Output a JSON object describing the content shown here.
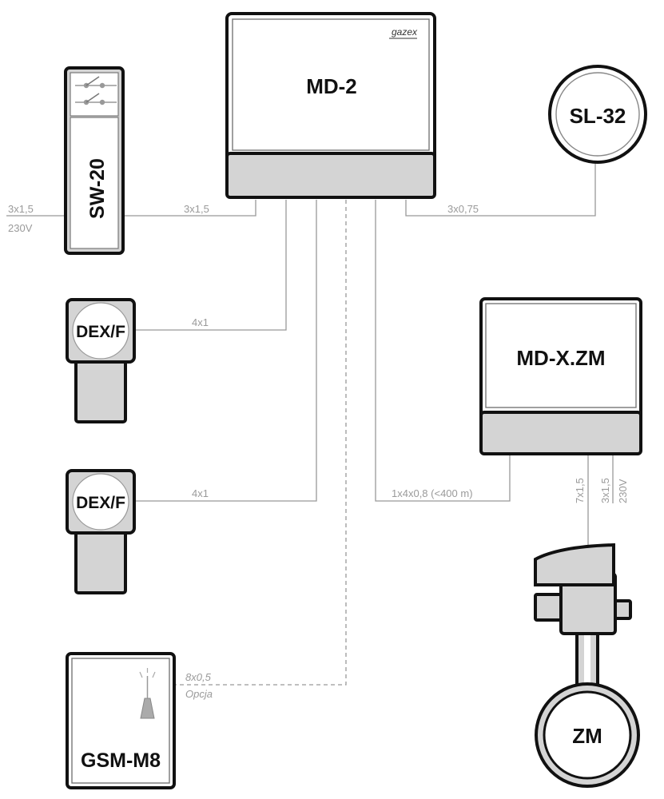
{
  "devices": {
    "md2": {
      "label": "MD-2",
      "brand": "gazex"
    },
    "sl32": {
      "label": "SL-32"
    },
    "sw20": {
      "label": "SW-20"
    },
    "dex1": {
      "label": "DEX/F"
    },
    "dex2": {
      "label": "DEX/F"
    },
    "gsm": {
      "label": "GSM-M8"
    },
    "mdxzm": {
      "label": "MD-X.ZM"
    },
    "zm": {
      "label": "ZM"
    }
  },
  "wires": {
    "power_in": {
      "cable": "3x1,5",
      "voltage": "230V"
    },
    "sw_md": {
      "cable": "3x1,5"
    },
    "md_sl": {
      "cable": "3x0,75"
    },
    "dex1": {
      "cable": "4x1"
    },
    "dex2": {
      "cable": "4x1"
    },
    "md_mdx": {
      "cable": "1x4x0,8 (<400 m)"
    },
    "gsm": {
      "cable": "8x0,5",
      "note": "Opcja"
    },
    "mdx_zm": {
      "cable": "7x1,5"
    },
    "mdx_power": {
      "cable": "3x1,5",
      "voltage": "230V"
    }
  }
}
